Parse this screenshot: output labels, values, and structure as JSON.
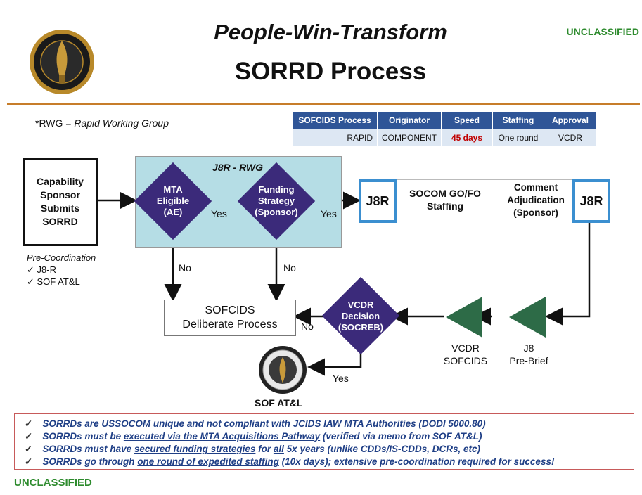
{
  "header": {
    "title_line1": "People-Win-Transform",
    "title_line2": "SORRD Process",
    "classification_top": "UNCLASSIFIED",
    "classification_bottom": "UNCLASSIFIED"
  },
  "rwg_note": {
    "prefix": "*RWG = ",
    "definition": "Rapid Working Group"
  },
  "info_table": {
    "headers": [
      "SOFCIDS Process",
      "Originator",
      "Speed",
      "Staffing",
      "Approval"
    ],
    "row": [
      "RAPID",
      "COMPONENT",
      "45 days",
      "One round",
      "VCDR"
    ],
    "speed_color": "#c00000"
  },
  "flow": {
    "sponsor_box": "Capability Sponsor Submits SORRD",
    "rwg_label": "J8R - RWG",
    "mta_diamond": [
      "MTA",
      "Eligible",
      "(AE)"
    ],
    "funding_diamond": [
      "Funding",
      "Strategy",
      "(Sponsor)"
    ],
    "yes_label": "Yes",
    "no_label": "No",
    "j8r": "J8R",
    "staffing_text": [
      "SOCOM GO/FO",
      "Staffing"
    ],
    "comment_text": [
      "Comment",
      "Adjudication",
      "(Sponsor)"
    ],
    "vcdr_diamond": [
      "VCDR",
      "Decision",
      "(SOCREB)"
    ],
    "vcdr_sofcids": [
      "VCDR",
      "SOFCIDS"
    ],
    "j8_prebrief": [
      "J8",
      "Pre-Brief"
    ],
    "deliberate": [
      "SOFCIDS",
      "Deliberate Process"
    ],
    "sof_atl": "SOF AT&L"
  },
  "precoordination": {
    "heading": "Pre-Coordination",
    "items": [
      "✓ J8-R",
      "✓ SOF AT&L"
    ]
  },
  "bullets": [
    {
      "parts": [
        "SORRDs are ",
        "USSOCOM unique",
        " and ",
        "not compliant with JCIDS",
        " IAW MTA Authorities (DODI 5000.80)"
      ]
    },
    {
      "parts": [
        "SORRDs must be ",
        "executed via the MTA Acquisitions Pathway",
        " (verified via memo from SOF AT&L)"
      ]
    },
    {
      "parts": [
        "SORRDs must have ",
        "secured funding strategies",
        " for ",
        "all",
        " 5x years (unlike CDDs/IS-CDDs, DCRs, etc)"
      ]
    },
    {
      "parts": [
        "SORRDs go through ",
        "one round of expedited staffing",
        " (10x days); extensive pre-coordination required for success!"
      ]
    }
  ],
  "colors": {
    "diamond": "#3b2a7a",
    "rwg_fill": "#b5dde5",
    "j8r_border": "#3b8fd0",
    "triangle": "#2d6b47",
    "table_header": "#2f5597",
    "classification": "#2e8b2e",
    "rule": "#c77d2a"
  },
  "icons": {
    "check": "check-icon",
    "seal": "socom-seal-icon"
  }
}
